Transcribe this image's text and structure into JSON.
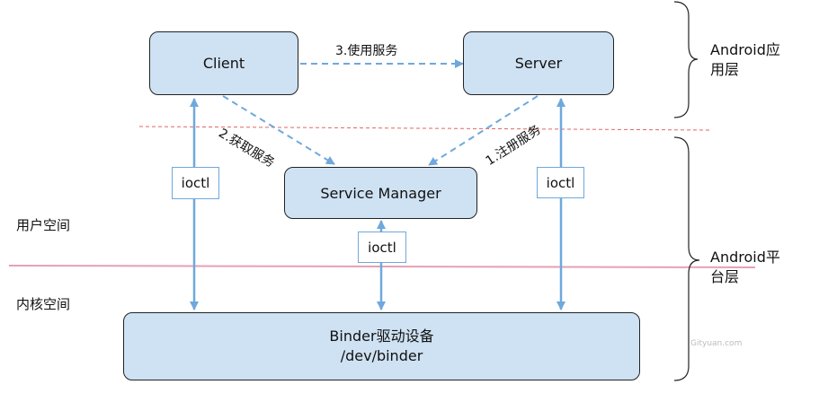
{
  "nodes": {
    "client": "Client",
    "server": "Server",
    "service_manager": "Service Manager",
    "binder_line1": "Binder驱动设备",
    "binder_line2": "/dev/binder"
  },
  "ioctl_labels": [
    "ioctl",
    "ioctl",
    "ioctl"
  ],
  "edges": {
    "use_service": "3.使用服务",
    "get_service": "2.获取服务",
    "register_service": "1.注册服务"
  },
  "layers": {
    "app_line1": "Android应",
    "app_line2": "用层",
    "platform_line1": "Android平",
    "platform_line2": "台层"
  },
  "zones": {
    "user_space": "用户空间",
    "kernel_space": "内核空间"
  },
  "watermark": "Gityuan.com",
  "colors": {
    "node_fill": "#cfe2f3",
    "arrow": "#6fa8dc",
    "dashed_separator": "#e06666",
    "kernel_line": "#e6a0b4"
  }
}
